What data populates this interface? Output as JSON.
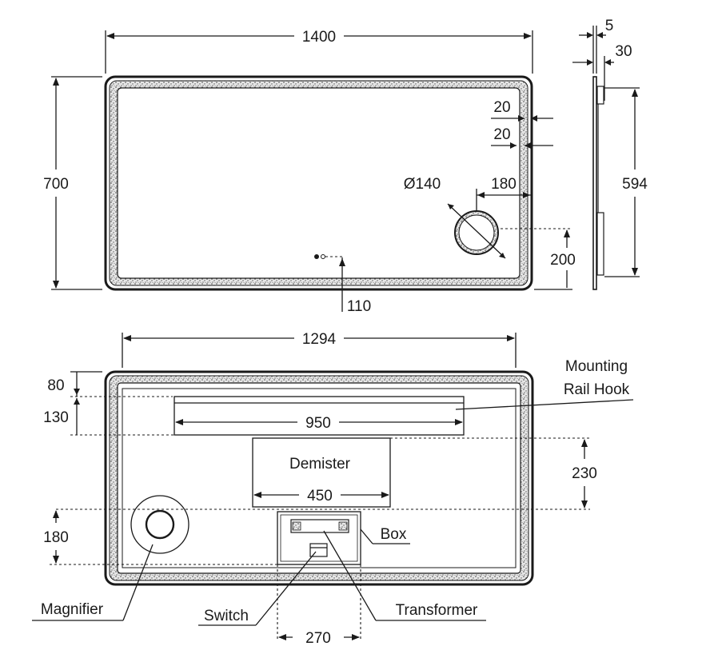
{
  "front_view": {
    "width": "1400",
    "height": "700",
    "edge_offset_top": "20",
    "edge_offset_second": "20",
    "magnifier_diameter": "Ø140",
    "magnifier_from_side": "180",
    "magnifier_from_bottom": "200",
    "sensor_from_bottom": "110"
  },
  "side_view": {
    "glass_thickness": "5",
    "depth": "30",
    "rail_height": "594"
  },
  "rear_view": {
    "inner_width": "1294",
    "top_offset": "80",
    "rail_height": "130",
    "rail_width": "950",
    "demister_label": "Demister",
    "demister_width": "450",
    "demister_height": "230",
    "magnifier_height": "180",
    "box_width": "270",
    "labels": {
      "mounting_rail_hook_line1": "Mounting",
      "mounting_rail_hook_line2": "Rail Hook",
      "box": "Box",
      "magnifier": "Magnifier",
      "switch": "Switch",
      "transformer": "Transformer"
    }
  }
}
